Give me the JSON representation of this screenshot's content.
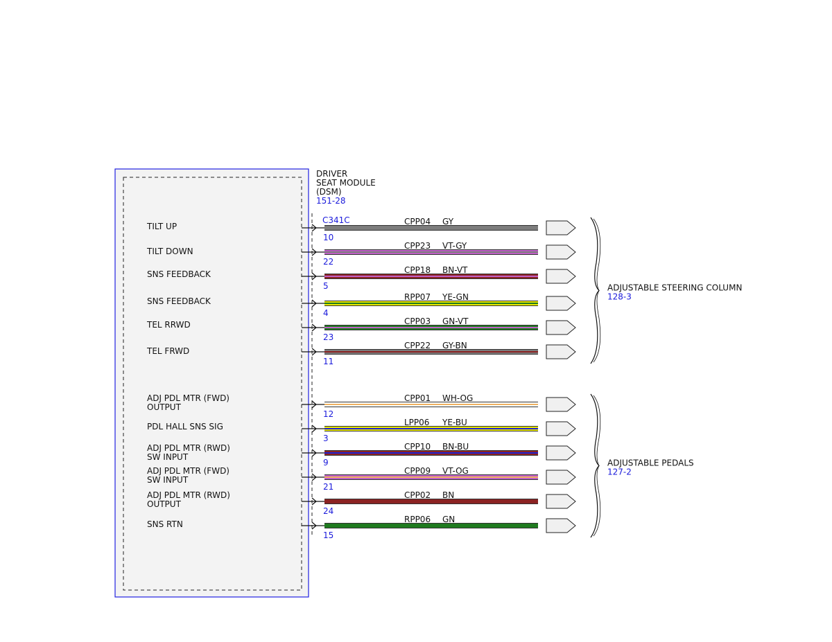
{
  "module": {
    "title_lines": [
      "DRIVER",
      "SEAT MODULE",
      "(DSM)"
    ],
    "ref": "151-28",
    "connector": "C341C"
  },
  "colors": {
    "module_border": "#2020e0",
    "module_fill": "#f3f3f3",
    "ref_text": "#1a1adb",
    "GY": "#7d7d7d",
    "VT": "#c060c8",
    "BN": "#8b2323",
    "RD": "#d03040",
    "YE": "#e8e800",
    "GN": "#1f7a1f",
    "WH": "#ffffff",
    "OG": "#f0b060",
    "BU": "#2020d0",
    "PK": "#f090c0"
  },
  "groups": [
    {
      "name": "ADJUSTABLE STEERING COLUMN",
      "ref": "128-3",
      "circuits": [
        {
          "function": [
            "TILT UP"
          ],
          "pin": "10",
          "circuit": "CPP04",
          "color": "GY"
        },
        {
          "function": [
            "TILT DOWN"
          ],
          "pin": "22",
          "circuit": "CPP23",
          "color": "VT-GY"
        },
        {
          "function": [
            "SNS FEEDBACK"
          ],
          "pin": "5",
          "circuit": "CPP18",
          "color": "BN-VT"
        },
        {
          "function": [
            "SNS FEEDBACK"
          ],
          "pin": "4",
          "circuit": "RPP07",
          "color": "YE-GN"
        },
        {
          "function": [
            "TEL RRWD"
          ],
          "pin": "23",
          "circuit": "CPP03",
          "color": "GN-VT"
        },
        {
          "function": [
            "TEL FRWD"
          ],
          "pin": "11",
          "circuit": "CPP22",
          "color": "GY-BN"
        }
      ]
    },
    {
      "name": "ADJUSTABLE PEDALS",
      "ref": "127-2",
      "circuits": [
        {
          "function": [
            "ADJ PDL MTR (FWD)",
            "OUTPUT"
          ],
          "pin": "12",
          "circuit": "CPP01",
          "color": "WH-OG"
        },
        {
          "function": [
            "PDL HALL SNS SIG"
          ],
          "pin": "3",
          "circuit": "LPP06",
          "color": "YE-BU"
        },
        {
          "function": [
            "ADJ PDL MTR (RWD)",
            "SW INPUT"
          ],
          "pin": "9",
          "circuit": "CPP10",
          "color": "BN-BU"
        },
        {
          "function": [
            "ADJ PDL MTR (FWD)",
            "SW INPUT"
          ],
          "pin": "21",
          "circuit": "CPP09",
          "color": "VT-OG"
        },
        {
          "function": [
            "ADJ PDL MTR (RWD)",
            "OUTPUT"
          ],
          "pin": "24",
          "circuit": "CPP02",
          "color": "BN"
        },
        {
          "function": [
            "SNS RTN"
          ],
          "pin": "15",
          "circuit": "RPP06",
          "color": "GN"
        }
      ]
    }
  ]
}
